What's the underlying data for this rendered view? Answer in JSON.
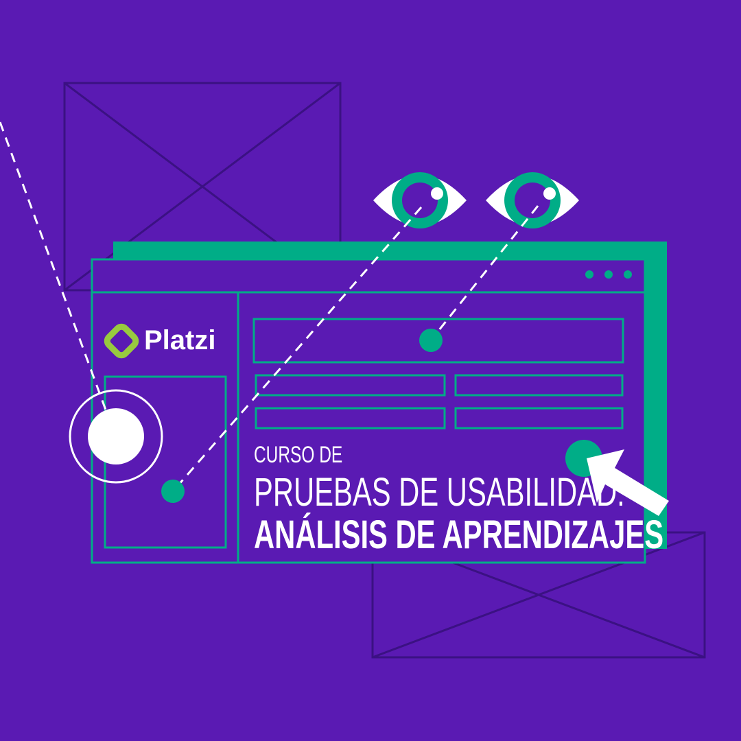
{
  "brand": {
    "name": "Platzi"
  },
  "course": {
    "prefix": "CURSO DE",
    "title_line1": "PRUEBAS DE USABILIDAD:",
    "title_line2": "ANÁLISIS DE APRENDIZAJES"
  },
  "colors": {
    "background": "#5a1ab3",
    "accent": "#00ad87",
    "logo": "#98ca3f",
    "wireframe": "#3b1183"
  }
}
